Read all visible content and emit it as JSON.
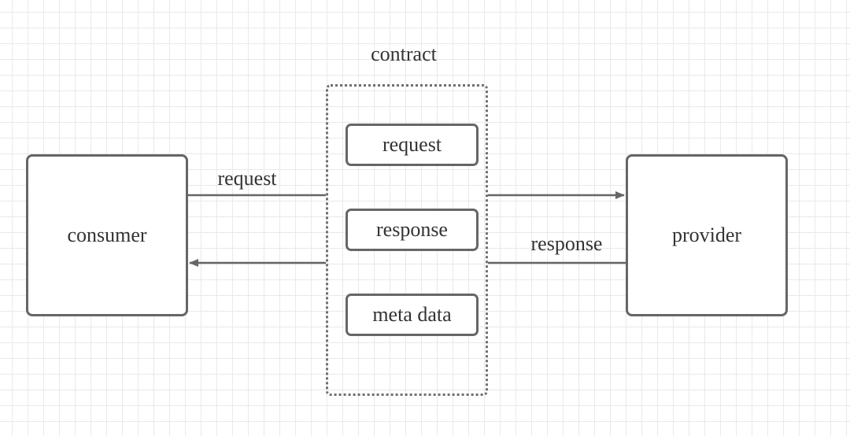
{
  "diagram": {
    "contract": {
      "title": "contract",
      "items": [
        "request",
        "response",
        "meta data"
      ]
    },
    "consumer": {
      "label": "consumer"
    },
    "provider": {
      "label": "provider"
    },
    "edges": {
      "request_label": "request",
      "response_label": "response"
    },
    "colors": {
      "stroke": "#666666",
      "text": "#333333",
      "grid": "#e9e9e9"
    }
  }
}
